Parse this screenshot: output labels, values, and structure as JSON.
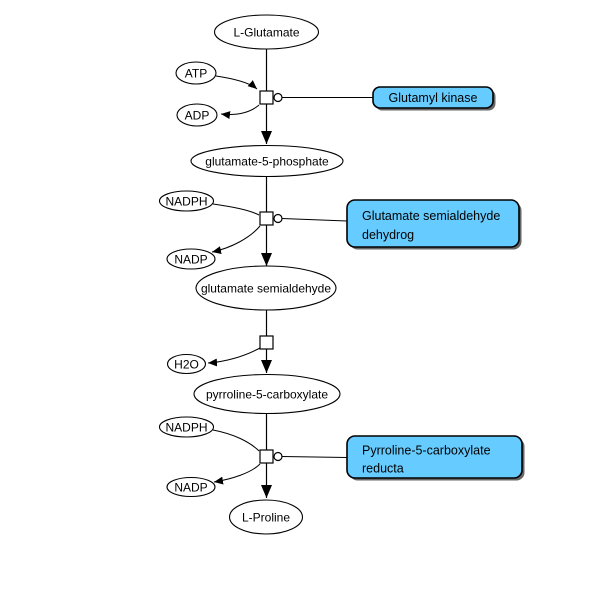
{
  "diagram": {
    "kind": "metabolic-pathway",
    "colors": {
      "background": "#FFFFFF",
      "enzyme_fill": "#66CCFF",
      "enzyme_border": "#000000",
      "enzyme_shadow": "#666666",
      "node_fill": "#FFFFFF",
      "node_border": "#000000",
      "text": "#000000"
    },
    "metabolites": {
      "l_glutamate": "L-Glutamate",
      "glutamate_5_phosphate": "glutamate-5-phosphate",
      "glutamate_semialdehyde": "glutamate semialdehyde",
      "pyrroline_5_carboxylate": "pyrroline-5-carboxylate",
      "l_proline": "L-Proline"
    },
    "cofactors": {
      "atp": "ATP",
      "adp": "ADP",
      "nadph_1": "NADPH",
      "nadp_1": "NADP",
      "h2o": "H2O",
      "nadph_2": "NADPH",
      "nadp_2": "NADP"
    },
    "enzymes": {
      "glutamyl_kinase": {
        "line1": "Glutamyl kinase",
        "line2": ""
      },
      "glutamate_semialdehyde_dehydrog": {
        "line1": "Glutamate semialdehyde",
        "line2": "dehydrog"
      },
      "pyrroline_5_carboxylate_reducta": {
        "line1": "Pyrroline-5-carboxylate",
        "line2": "reducta"
      }
    }
  }
}
